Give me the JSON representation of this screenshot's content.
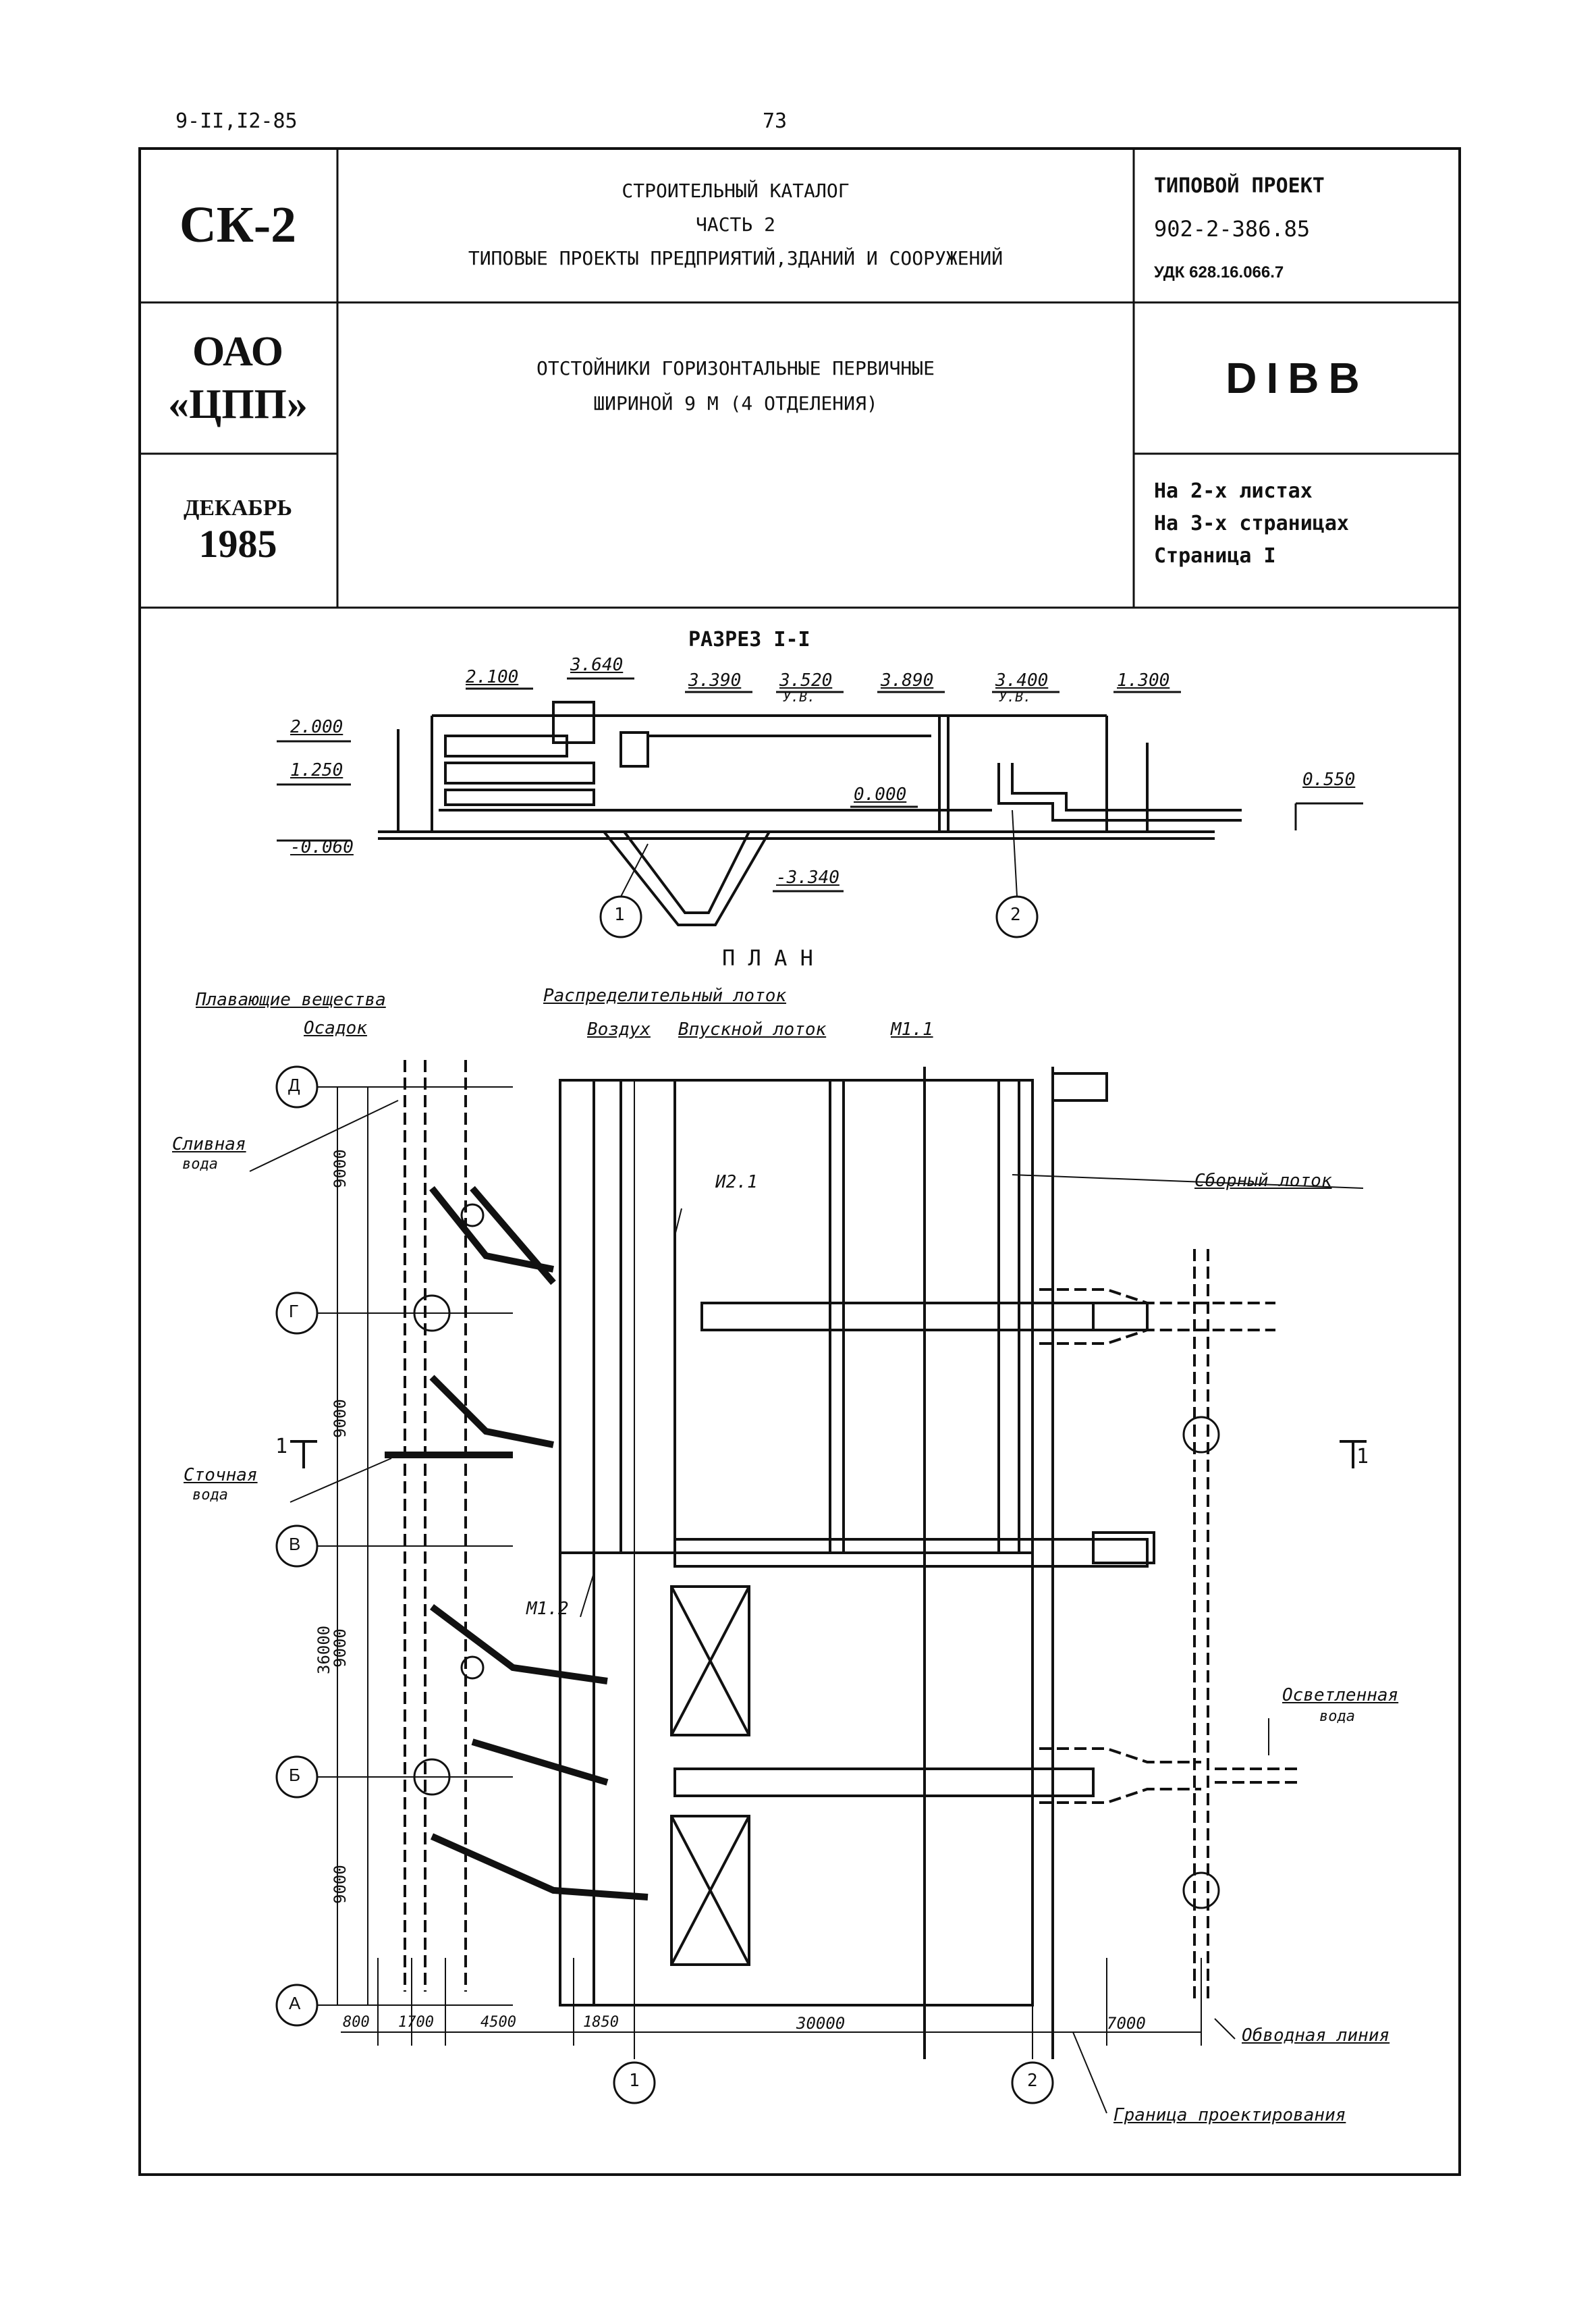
{
  "header": {
    "doc_code": "9-II,I2-85",
    "page_number": "73"
  },
  "title_block": {
    "series": "СК-2",
    "catalog_line1": "СТРОИТЕЛЬНЫЙ КАТАЛОГ",
    "catalog_line2": "ЧАСТЬ 2",
    "catalog_line3": "ТИПОВЫЕ ПРОЕКТЫ ПРЕДПРИЯТИЙ,ЗДАНИЙ И СООРУЖЕНИЙ",
    "project_label": "ТИПОВОЙ ПРОЕКТ",
    "project_number": "902-2-386.85",
    "udk": "УДК 628.16.066.7",
    "org_line1": "ОАО",
    "org_line2": "«ЦПП»",
    "object_line1": "ОТСТОЙНИКИ ГОРИЗОНТАЛЬНЫЕ ПЕРВИЧНЫЕ",
    "object_line2": "ШИРИНОЙ 9 М (4 ОТДЕЛЕНИЯ)",
    "sheet_code": "DIBB",
    "month": "ДЕКАБРЬ",
    "year": "1985",
    "sheets": "На 2-х листах",
    "pages": "На 3-х страницах",
    "page": "Страница I"
  },
  "section": {
    "title": "РАЗРЕЗ I-I",
    "elevations": [
      "2.100",
      "3.640",
      "3.390",
      "3.520",
      "3.890",
      "3.400",
      "1.300",
      "2.000",
      "1.250",
      "-0.060",
      "0.000",
      "-3.340",
      "0.550"
    ],
    "water_level_1": "У.В.",
    "water_level_2": "У.В.",
    "callout_1": "1",
    "callout_2": "2"
  },
  "plan": {
    "title": "П Л А Н",
    "labels": {
      "floating": "Плавающие вещества",
      "sediment": "Осадок",
      "drain_water_1": "Сливная",
      "drain_water_2": "вода",
      "distribution_channel": "Распределительный лоток",
      "air": "Воздух",
      "inlet_channel": "Впускной лоток",
      "m11": "М1.1",
      "i21": "И2.1",
      "collecting_channel": "Сборный лоток",
      "waste_water_1": "Сточная",
      "waste_water_2": "вода",
      "m12": "М1.2",
      "clarified_water_1": "Осветленная",
      "clarified_water_2": "вода",
      "bypass_line": "Обводная линия",
      "design_boundary": "Граница проектирования",
      "section_mark": "1"
    },
    "axes_rows": [
      "Д",
      "Г",
      "В",
      "Б",
      "А"
    ],
    "axes_cols": [
      "1",
      "2"
    ],
    "dims_vertical": [
      "9000",
      "9000",
      "9000",
      "9000",
      "36000"
    ],
    "dims_horizontal": [
      "800",
      "1700",
      "4500",
      "1850",
      "30000",
      "7000"
    ]
  }
}
